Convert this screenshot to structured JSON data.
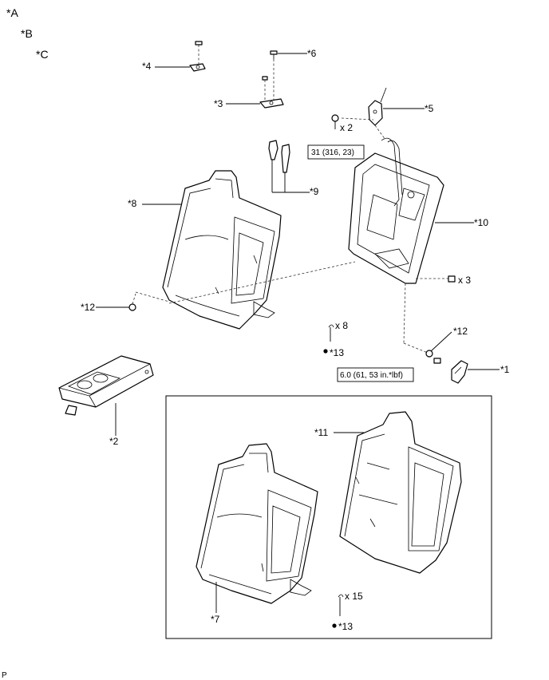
{
  "legend": {
    "a": "*A",
    "b": "*B",
    "c": "*C"
  },
  "callouts": {
    "p1": "*1",
    "p2": "*2",
    "p3": "*3",
    "p4": "*4",
    "p5": "*5",
    "p6": "*6",
    "p7": "*7",
    "p8": "*8",
    "p9": "*9",
    "p10": "*10",
    "p11": "*11",
    "p12_left": "*12",
    "p12_right": "*12",
    "p13_upper": "*13",
    "p13_lower": "*13"
  },
  "quantities": {
    "nut_x2": "x 2",
    "screw_x3": "x 3",
    "clip_x8": "x 8",
    "clip_x15": "x 15"
  },
  "torque": {
    "upper": "31 (316, 23)",
    "lower": "6.0 (61, 53 in.*lbf)"
  },
  "footer": {
    "code": "P"
  }
}
